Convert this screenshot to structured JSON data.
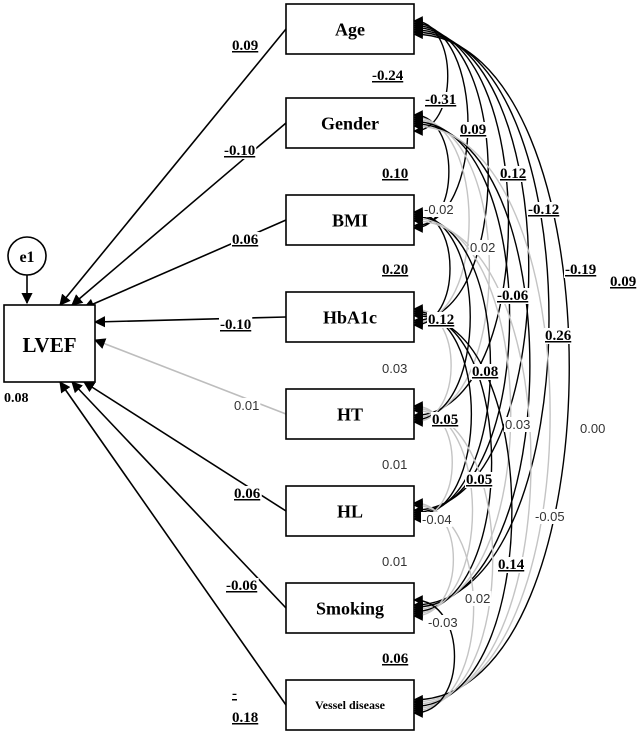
{
  "diagram": {
    "outcome": {
      "label": "LVEF",
      "r_squared": "0.08"
    },
    "error_term": {
      "label": "e1"
    },
    "predictors": [
      {
        "id": "age",
        "label": "Age",
        "path": "0.09",
        "significant": true
      },
      {
        "id": "gender",
        "label": "Gender",
        "path": "-0.10",
        "significant": true
      },
      {
        "id": "bmi",
        "label": "BMI",
        "path": "0.06",
        "significant": true
      },
      {
        "id": "hba1c",
        "label": "HbA1c",
        "path": "-0.10",
        "significant": true
      },
      {
        "id": "ht",
        "label": "HT",
        "path": "0.01",
        "significant": false
      },
      {
        "id": "hl",
        "label": "HL",
        "path": "0.06",
        "significant": true
      },
      {
        "id": "smoking",
        "label": "Smoking",
        "path": "-0.06",
        "significant": true
      },
      {
        "id": "vessel",
        "label": "Vessel disease",
        "path": "-\n0.18",
        "significant": true
      }
    ],
    "covariances": [
      {
        "from": 0,
        "to": 1,
        "value": "-0.24",
        "significant": true
      },
      {
        "from": 0,
        "to": 2,
        "value": "-0.31",
        "significant": true
      },
      {
        "from": 0,
        "to": 3,
        "value": "0.09",
        "significant": true
      },
      {
        "from": 0,
        "to": 4,
        "value": "0.12",
        "significant": true
      },
      {
        "from": 0,
        "to": 5,
        "value": "-0.12",
        "significant": true
      },
      {
        "from": 0,
        "to": 6,
        "value": "-0.19",
        "significant": true
      },
      {
        "from": 0,
        "to": 7,
        "value": "0.09",
        "significant": true
      },
      {
        "from": 1,
        "to": 2,
        "value": "0.10",
        "significant": true
      },
      {
        "from": 1,
        "to": 3,
        "value": "-0.02",
        "significant": false
      },
      {
        "from": 1,
        "to": 4,
        "value": "0.02",
        "significant": false
      },
      {
        "from": 1,
        "to": 5,
        "value": "-0.06",
        "significant": true
      },
      {
        "from": 1,
        "to": 6,
        "value": "0.26",
        "significant": true
      },
      {
        "from": 1,
        "to": 7,
        "value": "0.00",
        "significant": false
      },
      {
        "from": 2,
        "to": 3,
        "value": "0.20",
        "significant": true
      },
      {
        "from": 2,
        "to": 4,
        "value": "0.12",
        "significant": true
      },
      {
        "from": 2,
        "to": 5,
        "value": "0.08",
        "significant": true
      },
      {
        "from": 2,
        "to": 6,
        "value": "0.03",
        "significant": false
      },
      {
        "from": 2,
        "to": 7,
        "value": "-0.05",
        "significant": false
      },
      {
        "from": 3,
        "to": 4,
        "value": "0.03",
        "significant": false
      },
      {
        "from": 3,
        "to": 5,
        "value": "0.05",
        "significant": true
      },
      {
        "from": 3,
        "to": 6,
        "value": "0.05",
        "significant": true
      },
      {
        "from": 3,
        "to": 7,
        "value": "0.14",
        "significant": true
      },
      {
        "from": 4,
        "to": 5,
        "value": "0.01",
        "significant": false
      },
      {
        "from": 4,
        "to": 6,
        "value": "-0.04",
        "significant": false
      },
      {
        "from": 4,
        "to": 7,
        "value": "0.02",
        "significant": false
      },
      {
        "from": 5,
        "to": 6,
        "value": "0.01",
        "significant": false
      },
      {
        "from": 5,
        "to": 7,
        "value": "-0.03",
        "significant": false
      },
      {
        "from": 6,
        "to": 7,
        "value": "0.06",
        "significant": true
      }
    ]
  }
}
